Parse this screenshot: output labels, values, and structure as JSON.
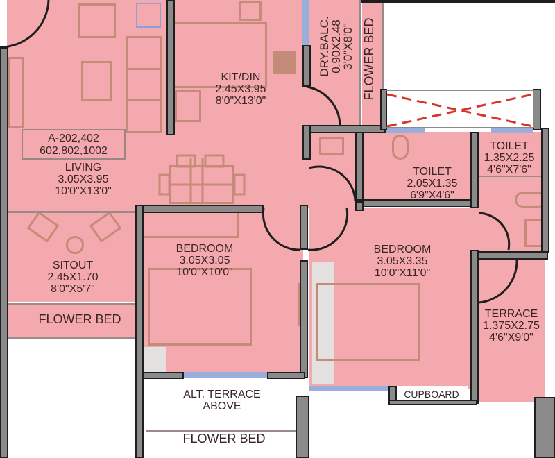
{
  "plan": {
    "unit_label": {
      "line1": "A-202,402",
      "line2": "602,802,1002"
    },
    "rooms": [
      {
        "id": "living",
        "name": "LIVING",
        "metric": "3.05X3.95",
        "imperial": "10'0\"X13'0\""
      },
      {
        "id": "kit_din",
        "name": "KIT/DIN",
        "metric": "2.45X3.95",
        "imperial": "8'0\"X13'0\""
      },
      {
        "id": "dry_balc",
        "name": "DRY.BALC.",
        "metric": "0.90X2.48",
        "imperial": "3'0\"X8'0\""
      },
      {
        "id": "toilet_common",
        "name": "TOILET",
        "metric": "2.05X1.35",
        "imperial": "6'9\"X4'6\""
      },
      {
        "id": "toilet_attached",
        "name": "TOILET",
        "metric": "1.35X2.25",
        "imperial": "4'6\"X7'6\""
      },
      {
        "id": "sitout",
        "name": "SITOUT",
        "metric": "2.45X1.70",
        "imperial": "8'0\"X5'7\""
      },
      {
        "id": "bedroom_1",
        "name": "BEDROOM",
        "metric": "3.05X3.05",
        "imperial": "10'0\"X10'0\""
      },
      {
        "id": "bedroom_2",
        "name": "BEDROOM",
        "metric": "3.05X3.35",
        "imperial": "10'0\"X11'0\""
      },
      {
        "id": "terrace",
        "name": "TERRACE",
        "metric": "1.375X2.75",
        "imperial": "4'6\"X9'0\""
      }
    ],
    "other_labels": {
      "flower_bed_vertical": "FLOWER BED",
      "flower_bed_left": "FLOWER BED",
      "flower_bed_bottom": "FLOWER BED",
      "alt_terrace_line1": "ALT. TERRACE",
      "alt_terrace_line2": "ABOVE",
      "cupboard": "CUPBOARD"
    },
    "colors": {
      "room_fill": "#f4a9ae",
      "wall_fill": "#8a8a8a",
      "wall_outline": "#1e1e1e",
      "window": "#9aaedc",
      "furniture": "#c48c78",
      "cutout_dash": "#d8342e",
      "text": "#3a2526"
    }
  }
}
